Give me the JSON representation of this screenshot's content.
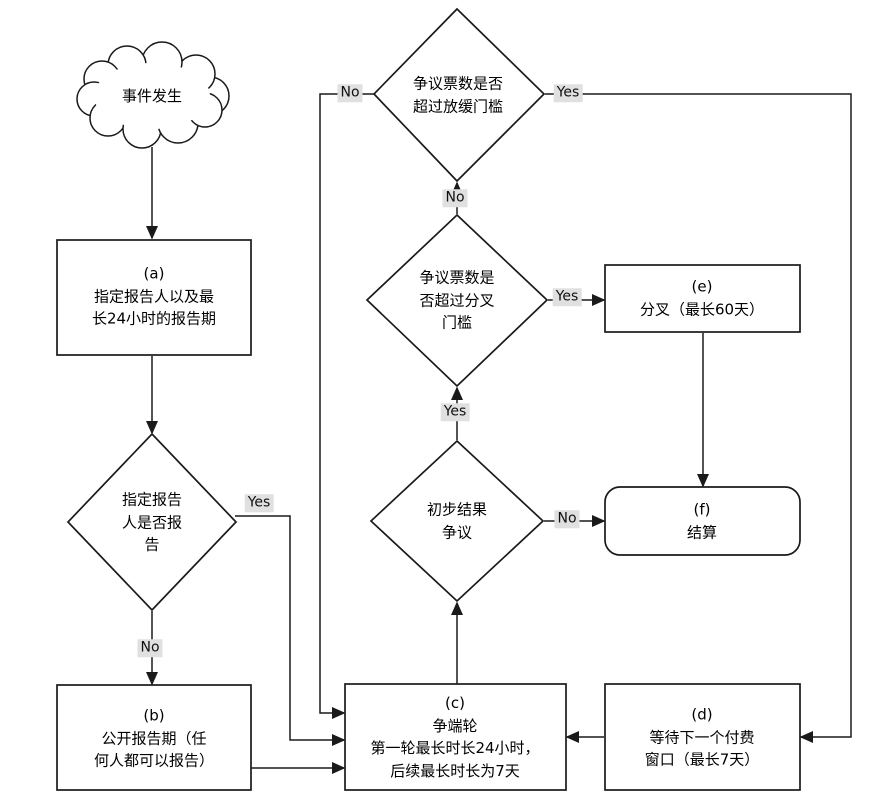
{
  "diagram": {
    "colors": {
      "stroke": "#1a1a1a",
      "node_fill": "#ffffff",
      "edge_label_bg": "#e0e0e0"
    },
    "nodes": {
      "event": {
        "label": "事件发生"
      },
      "a": {
        "id": "(a)",
        "text": "指定报告人以及最\n长24小时的报告期"
      },
      "reporter_decision": {
        "text": "指定报告\n人是否报\n告"
      },
      "b": {
        "id": "(b)",
        "text": "公开报告期（任\n何人都可以报告）"
      },
      "c": {
        "id": "(c)",
        "title": "争端轮",
        "text": "第一轮最长时长24小时，\n后续最长时长为7天"
      },
      "d": {
        "id": "(d)",
        "text": "等待下一个付费\n窗口（最长7天）"
      },
      "e": {
        "id": "(e)",
        "text": "分叉（最长60天）"
      },
      "f": {
        "id": "(f)",
        "text": "结算"
      },
      "result_dispute": {
        "text": "初步结果\n争议"
      },
      "fork_threshold": {
        "text": "争议票数是\n否超过分叉\n门槛"
      },
      "slowdown_threshold": {
        "text": "争议票数是否\n超过放缓门槛"
      }
    },
    "edge_labels": {
      "reporter_yes": "Yes",
      "reporter_no": "No",
      "dispute_yes": "Yes",
      "result_no": "No",
      "fork_yes": "Yes",
      "fork_no": "No",
      "slowdown_no": "No",
      "slowdown_yes": "Yes"
    }
  }
}
